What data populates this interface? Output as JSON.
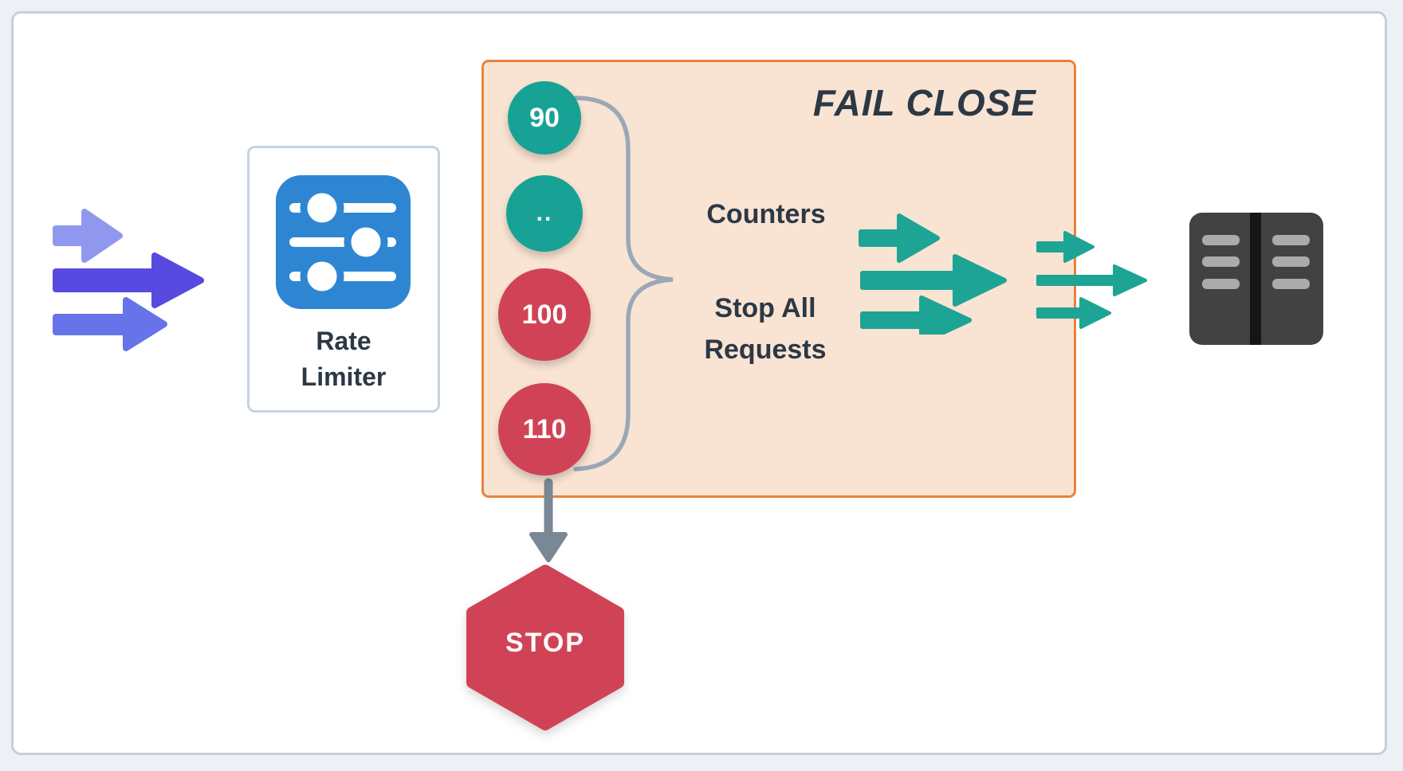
{
  "diagram": {
    "kind": "rate-limiter fail-close diagram",
    "incoming_traffic": {
      "icon": "incoming-requests-arrows"
    },
    "rate_limiter": {
      "icon": "sliders-icon",
      "label_line1": "Rate",
      "label_line2": "Limiter"
    },
    "fail_close_box": {
      "title": "FAIL CLOSE",
      "counters_label": "Counters",
      "action_line1": "Stop All",
      "action_line2": "Requests",
      "counters": [
        {
          "value": "90",
          "status": "under-limit",
          "color": "#17a295"
        },
        {
          "value": "..",
          "status": "under-limit",
          "color": "#17a295"
        },
        {
          "value": "100",
          "status": "limit-reached",
          "color": "#d04356"
        },
        {
          "value": "110",
          "status": "limit-reached",
          "color": "#d04356"
        }
      ],
      "outflow_icons": [
        "allowed-requests-arrows-inner",
        "allowed-requests-arrows-outer"
      ]
    },
    "stop": {
      "label": "STOP",
      "shape": "hexagon"
    },
    "server": {
      "icon": "server-icon"
    },
    "colors": {
      "background": "#edf1f6",
      "frame_border": "#c5cfda",
      "purple_light": "#8f98ee",
      "purple_main": "#5849e1",
      "purple_mid": "#6673e9",
      "blue_icon": "#2e86d2",
      "teal_counter": "#17a295",
      "teal_arrow": "#1da495",
      "red_status": "#d04356",
      "orange_border": "#e8823c",
      "peach_background": "#f9e3d2",
      "navy_text": "#2c3845",
      "gray_arrow": "#7a8795",
      "brace_gray": "#9aa7b6",
      "server_body": "#424242",
      "server_divider": "#151515",
      "server_slots": "#ababab"
    }
  }
}
